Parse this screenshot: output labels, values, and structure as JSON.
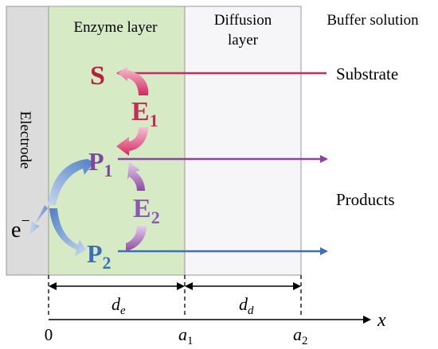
{
  "regions": {
    "electrode": "Electrode",
    "enzyme_layer": "Enzyme layer",
    "diffusion_layer_line1": "Diffusion",
    "diffusion_layer_line2": "layer",
    "buffer_solution": "Buffer solution"
  },
  "species": {
    "substrate_symbol": "S",
    "enzyme1_letter": "E",
    "enzyme1_sub": "1",
    "product1_letter": "P",
    "product1_sub": "1",
    "enzyme2_letter": "E",
    "enzyme2_sub": "2",
    "product2_letter": "P",
    "product2_sub": "2",
    "electron": "e",
    "electron_sup": "−"
  },
  "labels": {
    "substrate": "Substrate",
    "products": "Products"
  },
  "dimensions": {
    "de_letter": "d",
    "de_sub": "e",
    "dd_letter": "d",
    "dd_sub": "d"
  },
  "axis": {
    "origin": "0",
    "a1_letter": "a",
    "a1_sub": "1",
    "a2_letter": "a",
    "a2_sub": "2",
    "x_label": "x"
  },
  "colors": {
    "electrode_fill": "#dcdcdc",
    "enzyme_fill": "#d5eac5",
    "diffusion_fill": "#f6f5f7",
    "substrate": "#b51f3e",
    "enzyme1": "#c72a52",
    "product1": "#7b4aa0",
    "enzyme2": "#8a5ab3",
    "product2": "#3d6fb6",
    "substrate_arrow": "#c92b5f",
    "product1_arrow": "#8b45a0",
    "product2_arrow": "#3f6fb8"
  }
}
